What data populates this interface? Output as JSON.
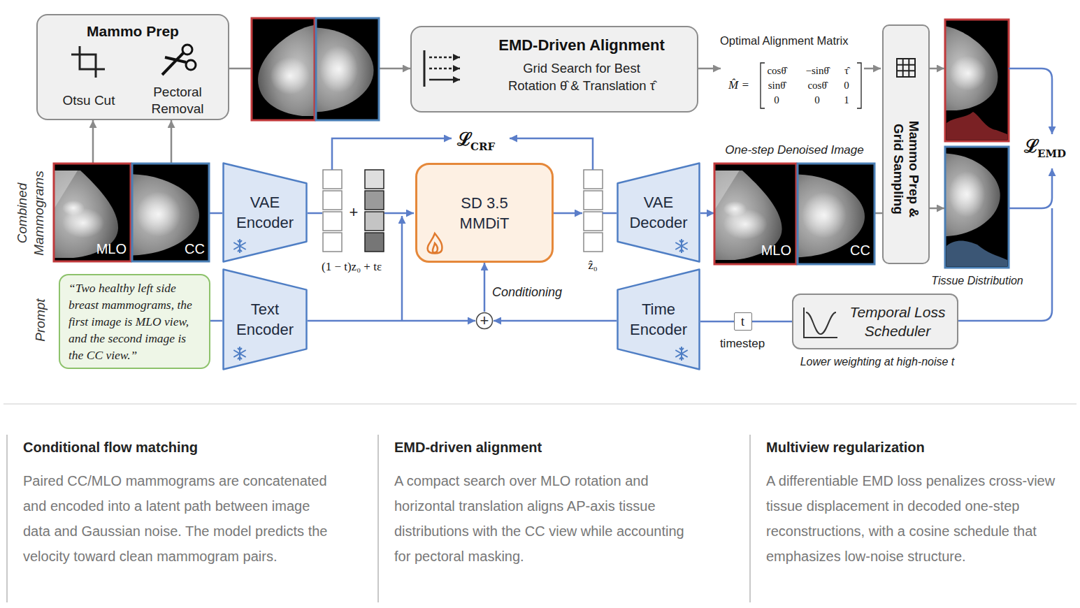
{
  "diagram": {
    "nodes": [
      {
        "text": [
          "Mammo Prep",
          "Otsu Cut",
          "Pectoral Removal"
        ]
      },
      {
        "text": [
          "EMD-Driven Alignment",
          "Grid Search for Best Rotation θ̂ & Translation τ̂"
        ]
      },
      {
        "text": [
          "Mammo Prep & Grid Sampling"
        ]
      },
      {
        "text": [
          "MLO",
          "CC"
        ]
      },
      {
        "text": [
          "VAE Encoder"
        ]
      },
      {
        "text": [
          "SD 3.5 MMDiT"
        ]
      },
      {
        "text": [
          "VAE Decoder"
        ]
      },
      {
        "text": [
          "One-step Denoised Image",
          "MLO",
          "CC"
        ]
      },
      {
        "text": [
          "“Two healthy left side breast mammograms, the first image is MLO view, and the second image is the CC view.”"
        ]
      },
      {
        "text": [
          "Text Encoder"
        ]
      },
      {
        "text": [
          "+"
        ]
      },
      {
        "text": [
          "Time Encoder"
        ]
      },
      {
        "text": [
          "t",
          "timestep"
        ]
      },
      {
        "text": [
          "Temporal Loss Scheduler",
          "Lower weighting at high-noise t"
        ]
      },
      {
        "text": [
          "Conditional flow matching",
          "Paired CC/MLO mammograms are concatenated and encoded into a latent path between image data and Gaussian noise. The model predicts the velocity toward clean mammogram pairs."
        ]
      },
      {
        "text": [
          "EMD-driven alignment",
          "A compact search over MLO rotation and horizontal translation aligns AP-axis tissue distributions with the CC view while accounting for pectoral masking."
        ]
      },
      {
        "text": [
          "Multiview regularization",
          "A differentiable EMD loss penalizes cross-view tissue displacement in decoded one-step reconstructions, with a cosine schedule that emphasizes low-noise structure."
        ]
      }
    ],
    "edges": [
      {
        "from": 3,
        "to": 4,
        "arrow": "none"
      },
      {
        "from": 3,
        "to": 0,
        "arrow": "to"
      },
      {
        "from": 3,
        "to": 0,
        "arrow": "to"
      },
      {
        "from": 0,
        "to": 1,
        "arrow": "to"
      },
      {
        "from": 8,
        "to": 9,
        "arrow": "none"
      },
      {
        "from": 9,
        "to": 10,
        "arrow": "to"
      },
      {
        "from": 11,
        "to": 10,
        "arrow": "to"
      },
      {
        "from": 10,
        "to": 5,
        "arrow": "to"
      },
      {
        "from": 6,
        "to": 7,
        "arrow": "to"
      },
      {
        "from": 7,
        "to": 2,
        "arrow": "none"
      },
      {
        "from": 12,
        "to": 11,
        "arrow": "none"
      },
      {
        "from": 13,
        "to": 12,
        "arrow": "none"
      }
    ],
    "labels": [
      "ℒ",
      "CRF",
      "+",
      "(1 − t)z₀ + tε",
      "ẑ₀",
      "Optimal Alignment Matrix",
      "M̂ =",
      "cosθ̂",
      "−sinθ̂",
      "τ̂",
      "sinθ̂",
      "cosθ̂",
      "0",
      "0",
      "0",
      "1",
      "ℒ",
      "EMD",
      "Tissue Distribution",
      "Combined Mammograms",
      "Prompt",
      "Conditioning"
    ]
  }
}
